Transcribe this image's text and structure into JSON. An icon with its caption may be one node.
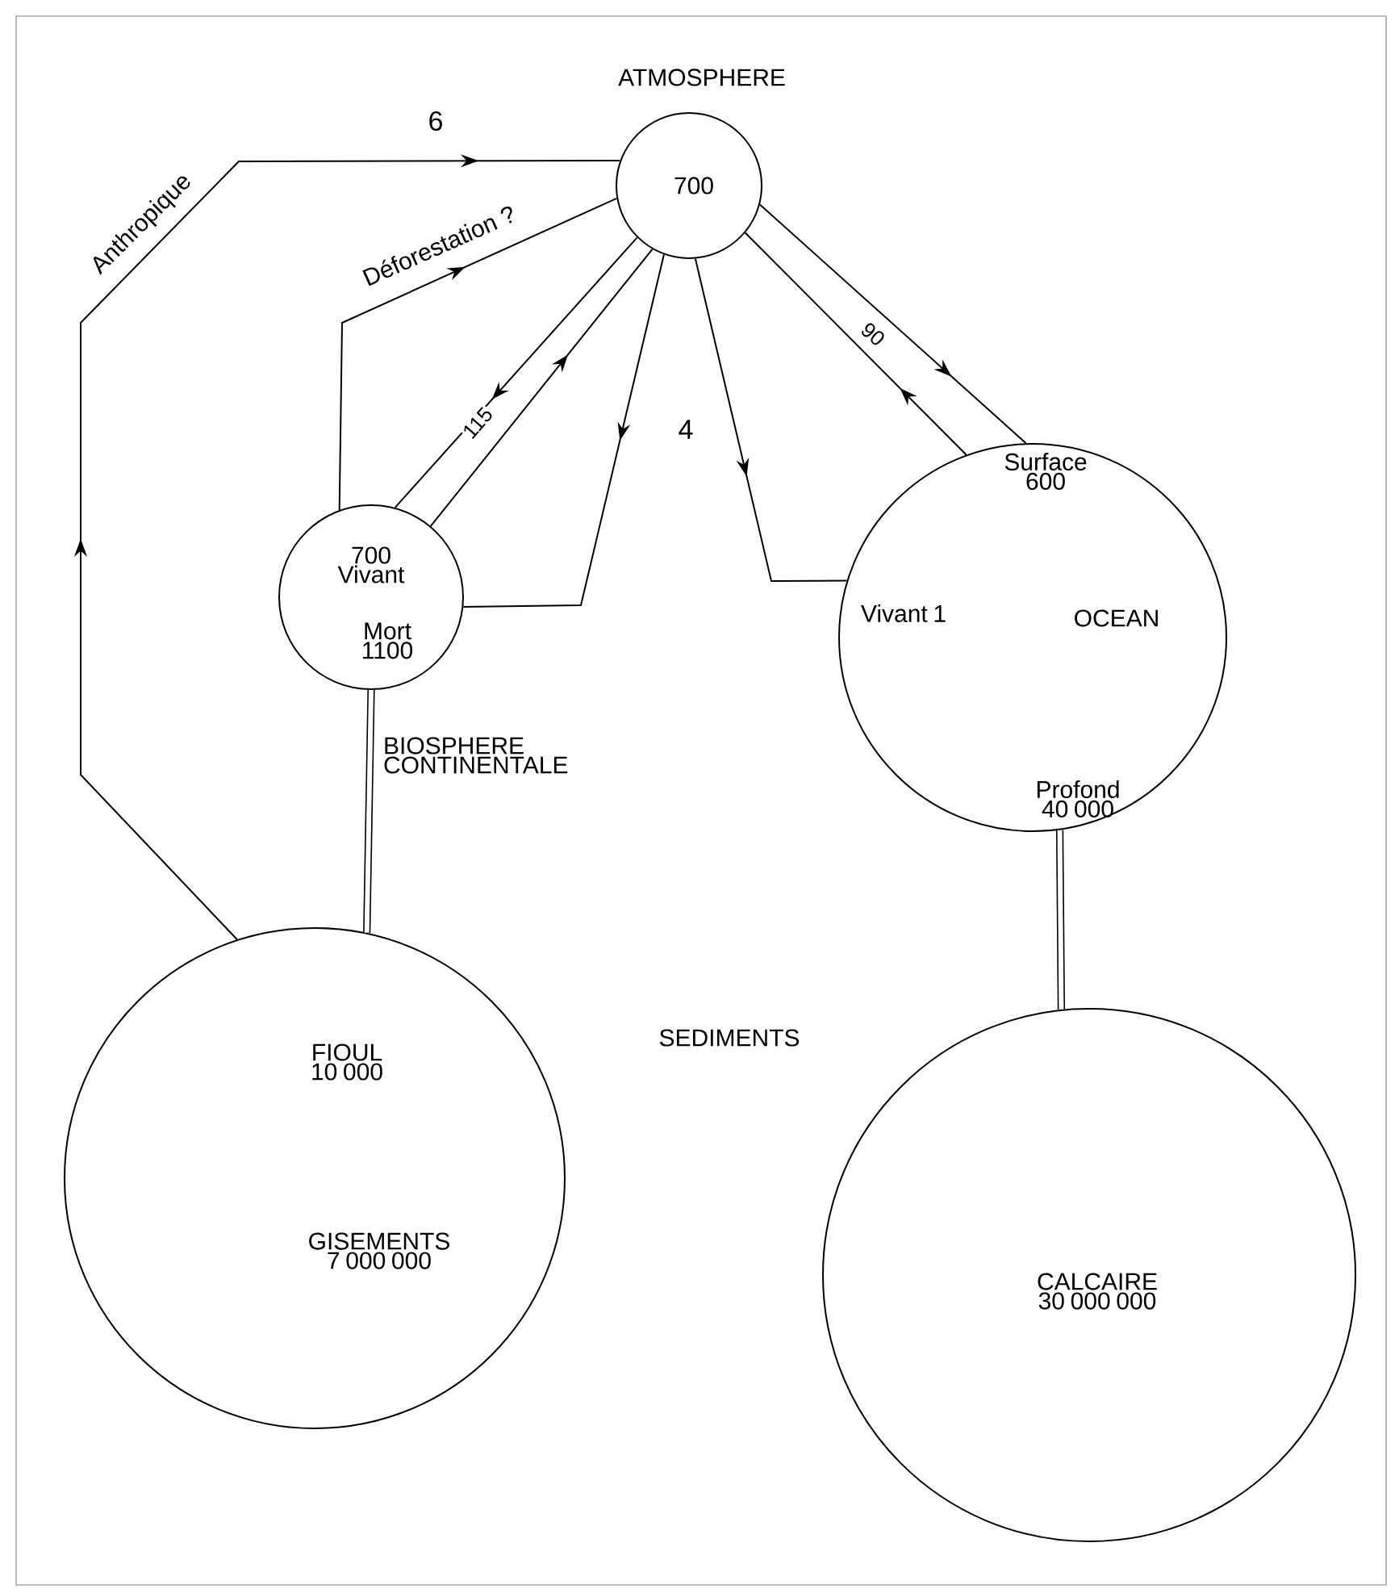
{
  "diagram": {
    "nodes": [
      {
        "text": [
          "ATMOSPHERE",
          "700"
        ]
      },
      {
        "text": [
          "700 Vivant",
          "Mort 1100",
          "BIOSPHERE CONTINENTALE"
        ]
      },
      {
        "text": [
          "Surface 600",
          "Vivant 1",
          "OCEAN",
          "Profond 40 000"
        ]
      },
      {
        "text": [
          "FIOUL 10 000",
          "GISEMENTS 7 000 000"
        ]
      },
      {
        "text": [
          "CALCAIRE 30 000 000"
        ]
      }
    ],
    "edges": [
      {
        "from": 3,
        "to": 0,
        "arrow": "to",
        "label": "Anthropique"
      },
      {
        "from": 1,
        "to": 0,
        "arrow": "to",
        "label": "Déforestation ?"
      },
      {
        "from": 0,
        "to": 1,
        "arrow": "to"
      },
      {
        "from": 1,
        "to": 0,
        "arrow": "to",
        "label": "115"
      },
      {
        "from": 0,
        "to": 1,
        "arrow": "to"
      },
      {
        "from": 0,
        "to": 2,
        "arrow": "to"
      },
      {
        "from": 0,
        "to": 2,
        "arrow": "to"
      },
      {
        "from": 2,
        "to": 0,
        "arrow": "to",
        "label": "90"
      },
      {
        "from": 1,
        "to": 3,
        "arrow": "none",
        "style": "thick"
      },
      {
        "from": 2,
        "to": 4,
        "arrow": "none",
        "style": "thick"
      }
    ],
    "labels": [
      "6",
      "4",
      "SEDIMENTS"
    ]
  }
}
